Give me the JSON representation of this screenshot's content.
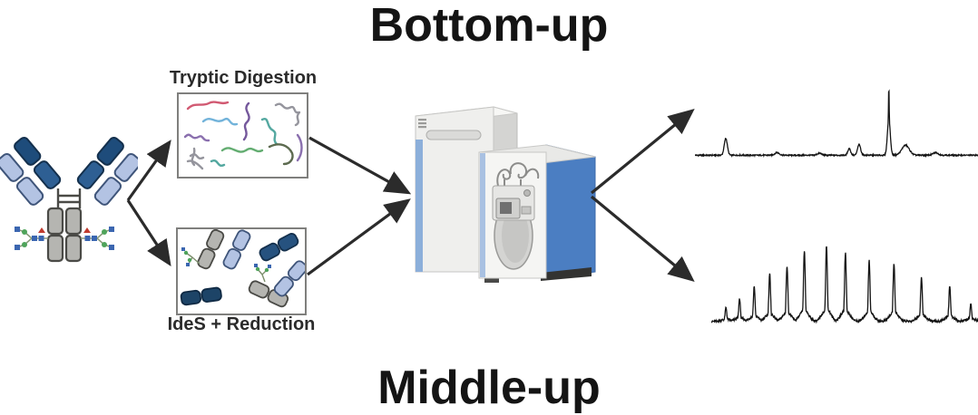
{
  "labels": {
    "bottom_up": "Bottom-up",
    "middle_up": "Middle-up",
    "tryptic": "Tryptic Digestion",
    "ides": "IdeS + Reduction"
  },
  "colors": {
    "arrow": "#2b2b2b",
    "spectrum": "#141414",
    "antibody_dark_blue": "#26527f",
    "antibody_light_blue": "#b3c3e3",
    "antibody_gray": "#b5b5b1",
    "instrument_blue": "#4b7ec2",
    "instrument_body": "#efefed",
    "glycan_green": "#4fa45b",
    "glycan_blue": "#3b66b0",
    "glycan_red": "#c03b2e",
    "box_border": "#7f7f7d"
  },
  "chart_data": [
    {
      "id": "bottom-up-spectrum",
      "type": "line",
      "description": "Bottom-up peptide-level mass spectrum: mostly flat noisy baseline with one dominant sharp peak and a few minor peaks; no axes or tick labels shown",
      "title": "",
      "xlabel": "",
      "ylabel": "",
      "x_range": [
        0,
        100
      ],
      "y_range": [
        0,
        1
      ],
      "grid": false,
      "legend": false,
      "peak_width": 0.55,
      "baseline_noise": 0.018,
      "peaks": [
        {
          "x": 10.9,
          "h": 0.25,
          "w": 0.55
        },
        {
          "x": 29.0,
          "h": 0.04,
          "w": 0.8
        },
        {
          "x": 44.0,
          "h": 0.03,
          "w": 0.8
        },
        {
          "x": 54.5,
          "h": 0.1,
          "w": 0.5
        },
        {
          "x": 58.0,
          "h": 0.16,
          "w": 0.55
        },
        {
          "x": 68.5,
          "h": 0.55,
          "w": 0.5
        },
        {
          "x": 68.5,
          "h": 1.0,
          "w": 0.18
        },
        {
          "x": 74.4,
          "h": 0.15,
          "w": 1.3
        },
        {
          "x": 85.0,
          "h": 0.04,
          "w": 0.9
        }
      ]
    },
    {
      "id": "middle-up-spectrum",
      "type": "line",
      "description": "Middle-up charge-state envelope mass spectrum: ~13 evenly spread sharp peaks rising then falling in a bell-shaped distribution; no axes or tick labels shown",
      "title": "",
      "xlabel": "",
      "ylabel": "",
      "x_range": [
        0,
        100
      ],
      "y_range": [
        0,
        1
      ],
      "grid": false,
      "legend": false,
      "peak_width": 0.32,
      "baseline_noise": 0.03,
      "foot": {
        "height_fraction": 0.16,
        "width_multiplier": 5
      },
      "peaks": [
        {
          "x": 5.5,
          "h": 0.18
        },
        {
          "x": 10.6,
          "h": 0.3
        },
        {
          "x": 16.1,
          "h": 0.46
        },
        {
          "x": 21.9,
          "h": 0.63
        },
        {
          "x": 28.4,
          "h": 0.73
        },
        {
          "x": 34.9,
          "h": 0.93
        },
        {
          "x": 43.2,
          "h": 1.0
        },
        {
          "x": 50.3,
          "h": 0.91
        },
        {
          "x": 59.2,
          "h": 0.81
        },
        {
          "x": 68.5,
          "h": 0.76
        },
        {
          "x": 78.8,
          "h": 0.58
        },
        {
          "x": 89.4,
          "h": 0.47
        },
        {
          "x": 97.3,
          "h": 0.23
        }
      ]
    }
  ]
}
